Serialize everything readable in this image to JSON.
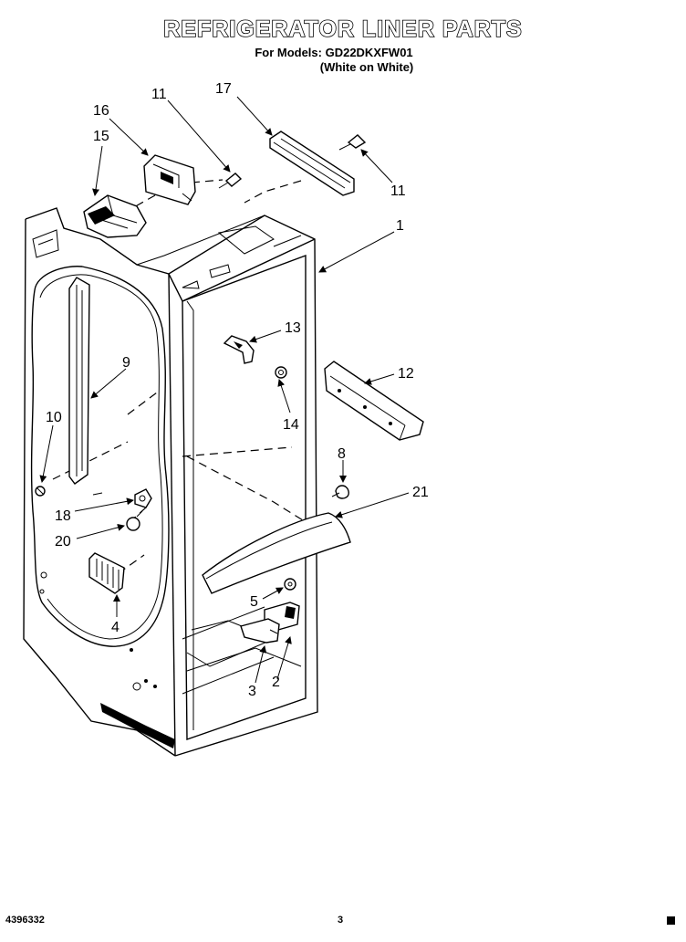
{
  "header": {
    "title": "REFRIGERATOR LINER PARTS",
    "models_line": "For Models: GD22DKXFW01",
    "color_line": "(White on White)"
  },
  "callouts": [
    "1",
    "2",
    "3",
    "4",
    "5",
    "8",
    "9",
    "10",
    "11",
    "11",
    "12",
    "13",
    "14",
    "15",
    "16",
    "17",
    "18",
    "20",
    "21"
  ],
  "footer": {
    "doc_number": "4396332",
    "page_number": "3"
  }
}
